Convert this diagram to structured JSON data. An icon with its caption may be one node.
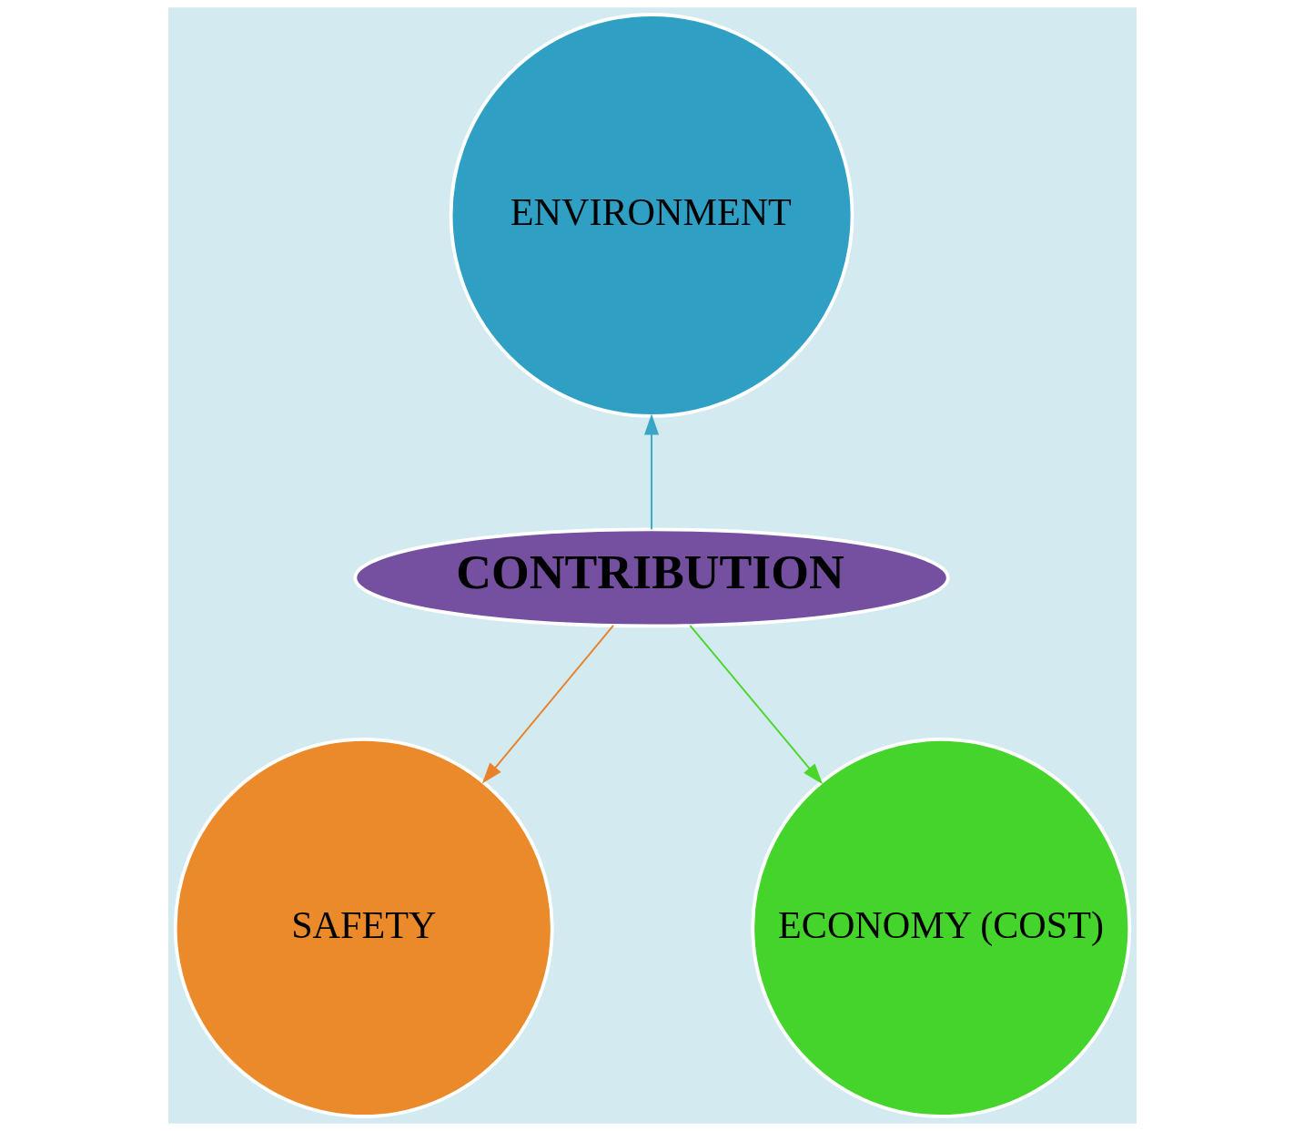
{
  "diagram": {
    "nodes": [
      {
        "text": [
          "ENVIRONMENT"
        ]
      },
      {
        "text": [
          "CONTRIBUTION"
        ]
      },
      {
        "text": [
          "SAFETY"
        ]
      },
      {
        "text": [
          "ECONOMY (COST)"
        ]
      }
    ],
    "edges": [
      {
        "from": 1,
        "to": 0,
        "arrow": "to",
        "color": "#3aa6c6"
      },
      {
        "from": 1,
        "to": 2,
        "arrow": "to",
        "color": "#e8822a"
      },
      {
        "from": 1,
        "to": 3,
        "arrow": "to",
        "color": "#4ad62a"
      }
    ]
  }
}
